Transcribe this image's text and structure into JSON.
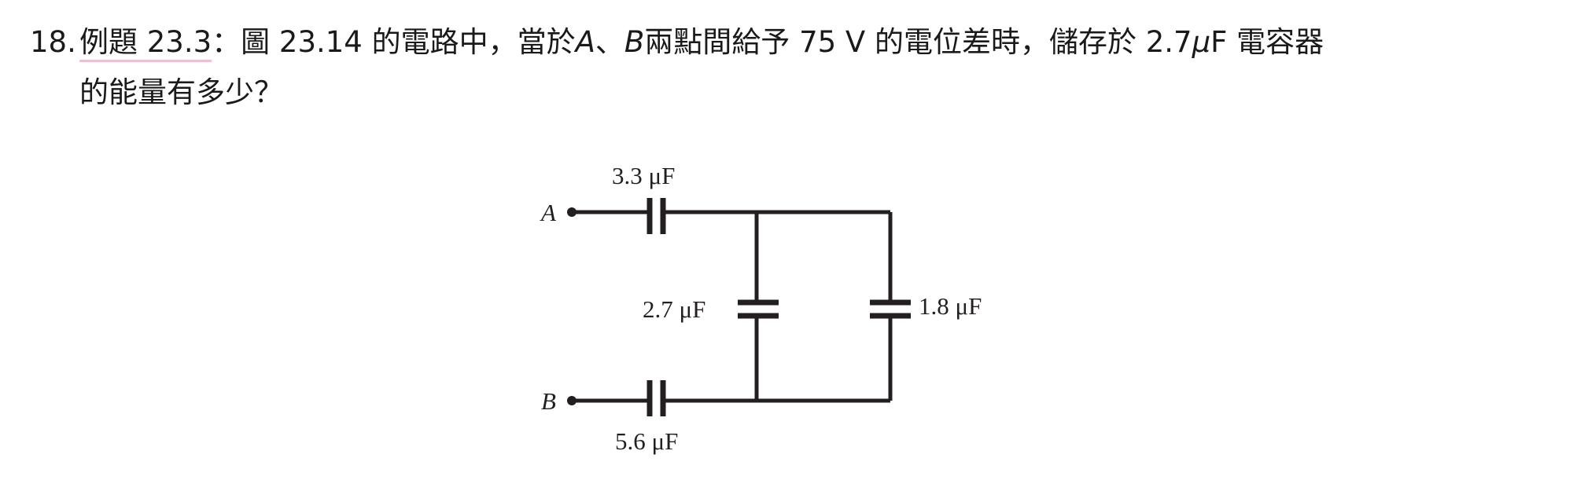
{
  "question": {
    "number": "18.",
    "reference": "例題 23.3",
    "colon": "：",
    "line1_part1": "圖 23.14 的電路中，當於 ",
    "node_a": "A",
    "sep": "、",
    "node_b": "B",
    "line1_part2": " 兩點間給予 75 V 的電位差時，儲存於 2.7 ",
    "mu": "μ",
    "line1_part3": "F 電容器",
    "line2": "的能量有多少？"
  },
  "circuit": {
    "terminal_a": "A",
    "terminal_b": "B",
    "cap_top": "3.3 μF",
    "cap_middle": "2.7 μF",
    "cap_right": "1.8 μF",
    "cap_bottom": "5.6 μF"
  }
}
